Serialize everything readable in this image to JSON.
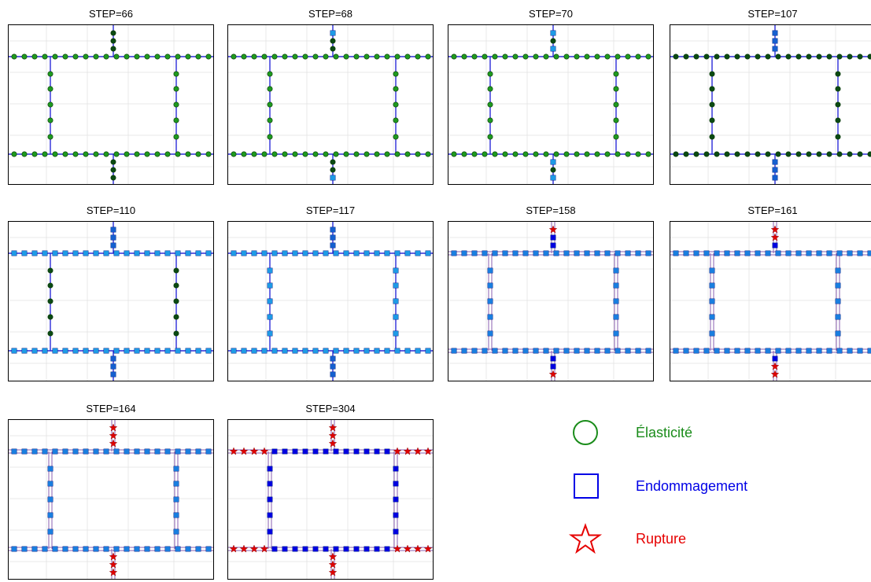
{
  "panels": [
    {
      "title": "STEP=66",
      "state": 0
    },
    {
      "title": "STEP=68",
      "state": 1
    },
    {
      "title": "STEP=70",
      "state": 2
    },
    {
      "title": "STEP=107",
      "state": 3
    },
    {
      "title": "STEP=110",
      "state": 4
    },
    {
      "title": "STEP=117",
      "state": 5
    },
    {
      "title": "STEP=158",
      "state": 6
    },
    {
      "title": "STEP=161",
      "state": 7
    },
    {
      "title": "STEP=164",
      "state": 8
    },
    {
      "title": "STEP=304",
      "state": 9
    }
  ],
  "legend": {
    "elasticity": {
      "label": "Élasticité",
      "color": "#1a8c1a"
    },
    "damage": {
      "label": "Endommagement",
      "color": "#0000e6"
    },
    "rupture": {
      "label": "Rupture",
      "color": "#e60000"
    }
  },
  "colors": {
    "green": "#1f9a1f",
    "dark_green": "#0b4a12",
    "light_blue": "#1e9be6",
    "blue": "#0000e0",
    "red": "#e00000",
    "frame": "#2b2bd9"
  }
}
